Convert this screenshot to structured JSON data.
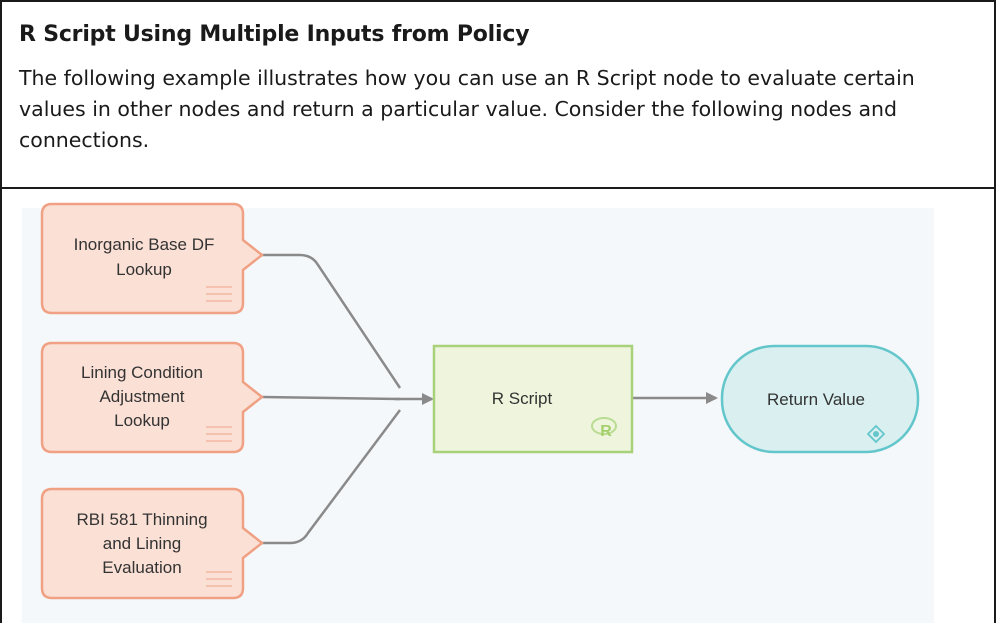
{
  "section": {
    "title": "R Script Using Multiple Inputs from Policy",
    "description": "The following example illustrates how you can use an R Script node to evaluate certain values in other nodes and return a particular value. Consider the following nodes and connections."
  },
  "diagram": {
    "nodes": [
      {
        "id": "input1",
        "kind": "policy-input",
        "label_lines": [
          "Inorganic Base DF",
          "Lookup"
        ]
      },
      {
        "id": "input2",
        "kind": "policy-input",
        "label_lines": [
          "Lining Condition",
          "Adjustment",
          "Lookup"
        ]
      },
      {
        "id": "input3",
        "kind": "policy-input",
        "label_lines": [
          "RBI 581 Thinning",
          "and Lining",
          "Evaluation"
        ]
      },
      {
        "id": "rscript",
        "kind": "r-script",
        "label": "R Script",
        "icon": "r-logo-icon"
      },
      {
        "id": "return",
        "kind": "return-value",
        "label": "Return Value",
        "icon": "return-value-icon"
      }
    ],
    "connections": [
      {
        "from": "input1",
        "to": "rscript"
      },
      {
        "from": "input2",
        "to": "rscript"
      },
      {
        "from": "input3",
        "to": "rscript"
      },
      {
        "from": "rscript",
        "to": "return"
      }
    ],
    "colors": {
      "input_fill": "#fbe0d6",
      "input_stroke": "#f0a184",
      "rscript_fill": "#eef5dc",
      "rscript_stroke": "#a8d27a",
      "return_fill": "#d9eff0",
      "return_stroke": "#63c6cb",
      "connector": "#8a8a8a"
    }
  }
}
